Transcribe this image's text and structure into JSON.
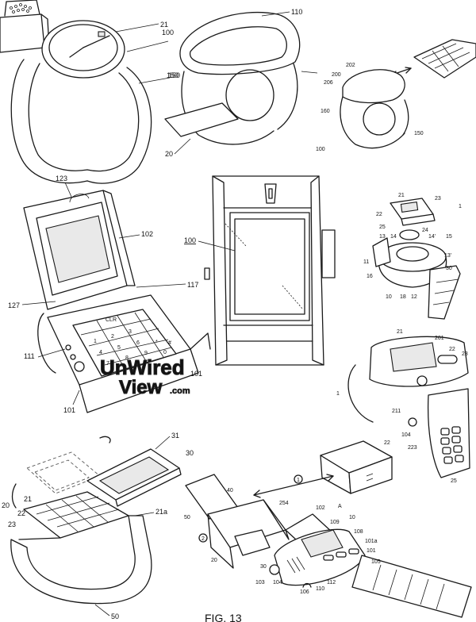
{
  "labels": {
    "fig1": [
      "21",
      "100",
      "150"
    ],
    "fig2": [
      "110",
      "150",
      "20"
    ],
    "fig3": [
      "202",
      "200",
      "206",
      "160",
      "150",
      "100"
    ],
    "fig4": [
      "123",
      "102",
      "117",
      "127",
      "111",
      "101",
      "101"
    ],
    "fig5": [
      "100"
    ],
    "fig6": [
      "21",
      "23",
      "22",
      "25",
      "24",
      "1",
      "14",
      "13",
      "14'",
      "15",
      "11",
      "13'",
      "16",
      "30",
      "10",
      "18",
      "12"
    ],
    "fig7": [
      "21",
      "201",
      "22",
      "23",
      "1",
      "211",
      "22",
      "104",
      "223",
      "25"
    ],
    "fig8": [
      "31",
      "30",
      "20",
      "21",
      "21a",
      "22",
      "23",
      "50"
    ],
    "fig9": [
      "1",
      "A",
      "10",
      "40",
      "254",
      "102",
      "109",
      "108",
      "50",
      "2",
      "101a",
      "101",
      "20",
      "30",
      "105",
      "103",
      "104",
      "106",
      "110",
      "112"
    ]
  },
  "keypad": {
    "clr_label": "CLR",
    "keys": [
      "1",
      "2",
      "3",
      "4",
      "5",
      "6",
      "7",
      "8",
      "9",
      "*",
      "0",
      "#"
    ]
  },
  "watermark": {
    "line1": "UnWired",
    "line2": "View",
    "suffix": ".com"
  },
  "caption": "FIG. 13"
}
